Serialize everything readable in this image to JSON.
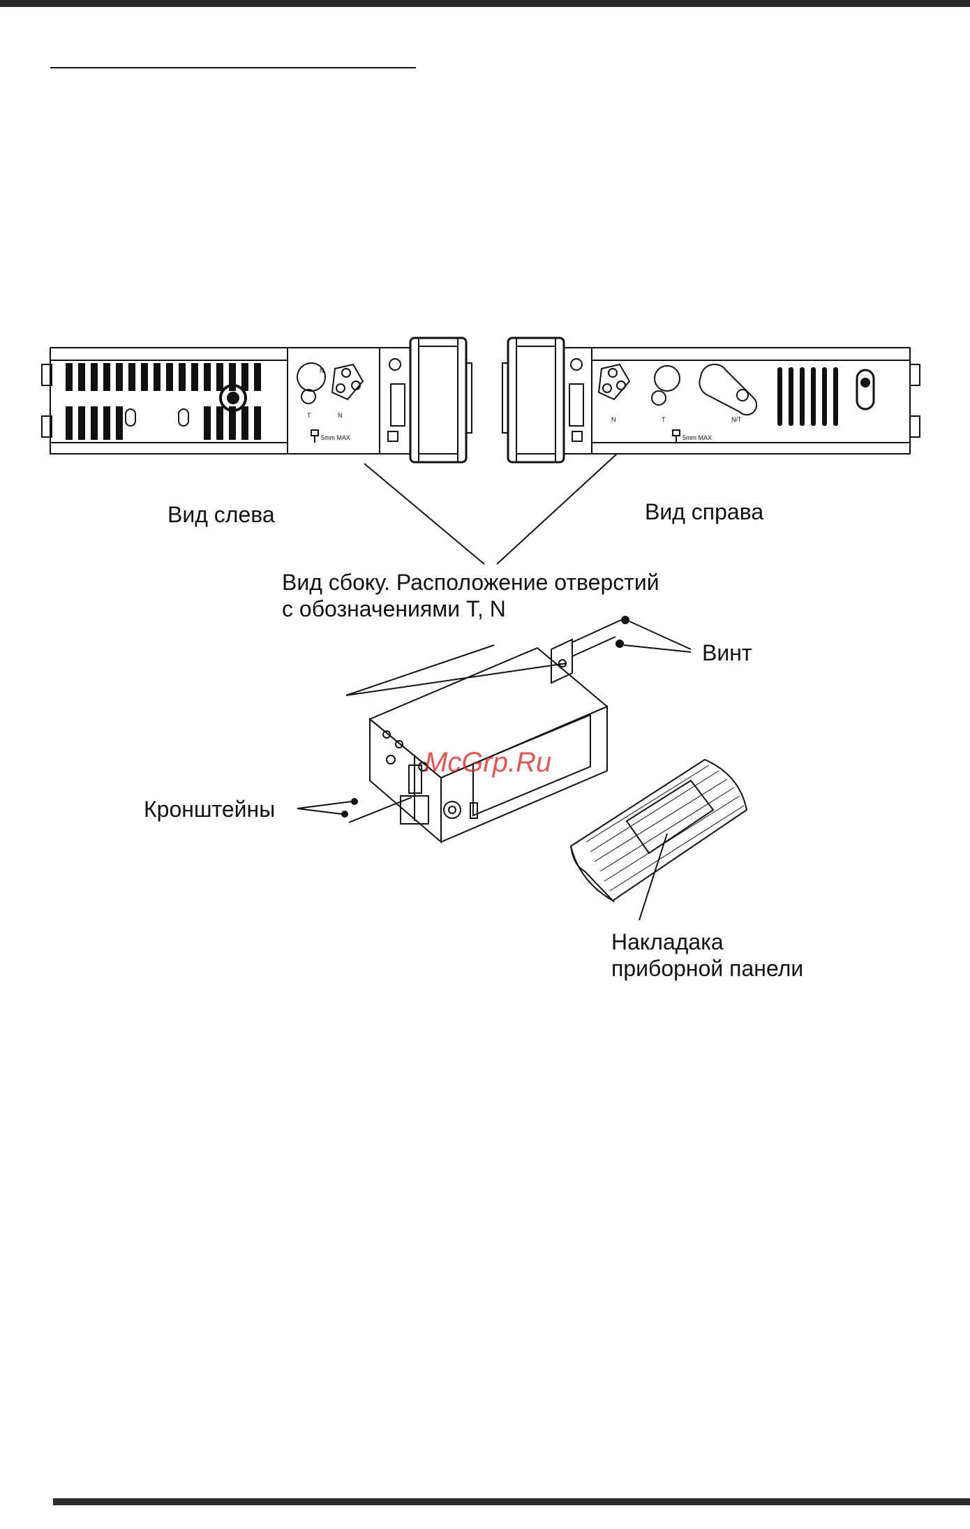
{
  "labels": {
    "left_view": "Вид слева",
    "right_view": "Вид справа",
    "side_view_line1": "Вид сбоку. Расположение отверстий",
    "side_view_line2": "с обозначениями T, N",
    "screw": "Винт",
    "brackets": "Кронштейны",
    "panel_line1": "Накладака",
    "panel_line2": "приборной панели"
  },
  "unit_markings": {
    "hole_n": "N",
    "hole_t": "T",
    "hole_nt": "N/T",
    "screw_max_left": "5mm MAX",
    "screw_max_right": "5mm MAX"
  },
  "watermark": "McGrp.Ru"
}
